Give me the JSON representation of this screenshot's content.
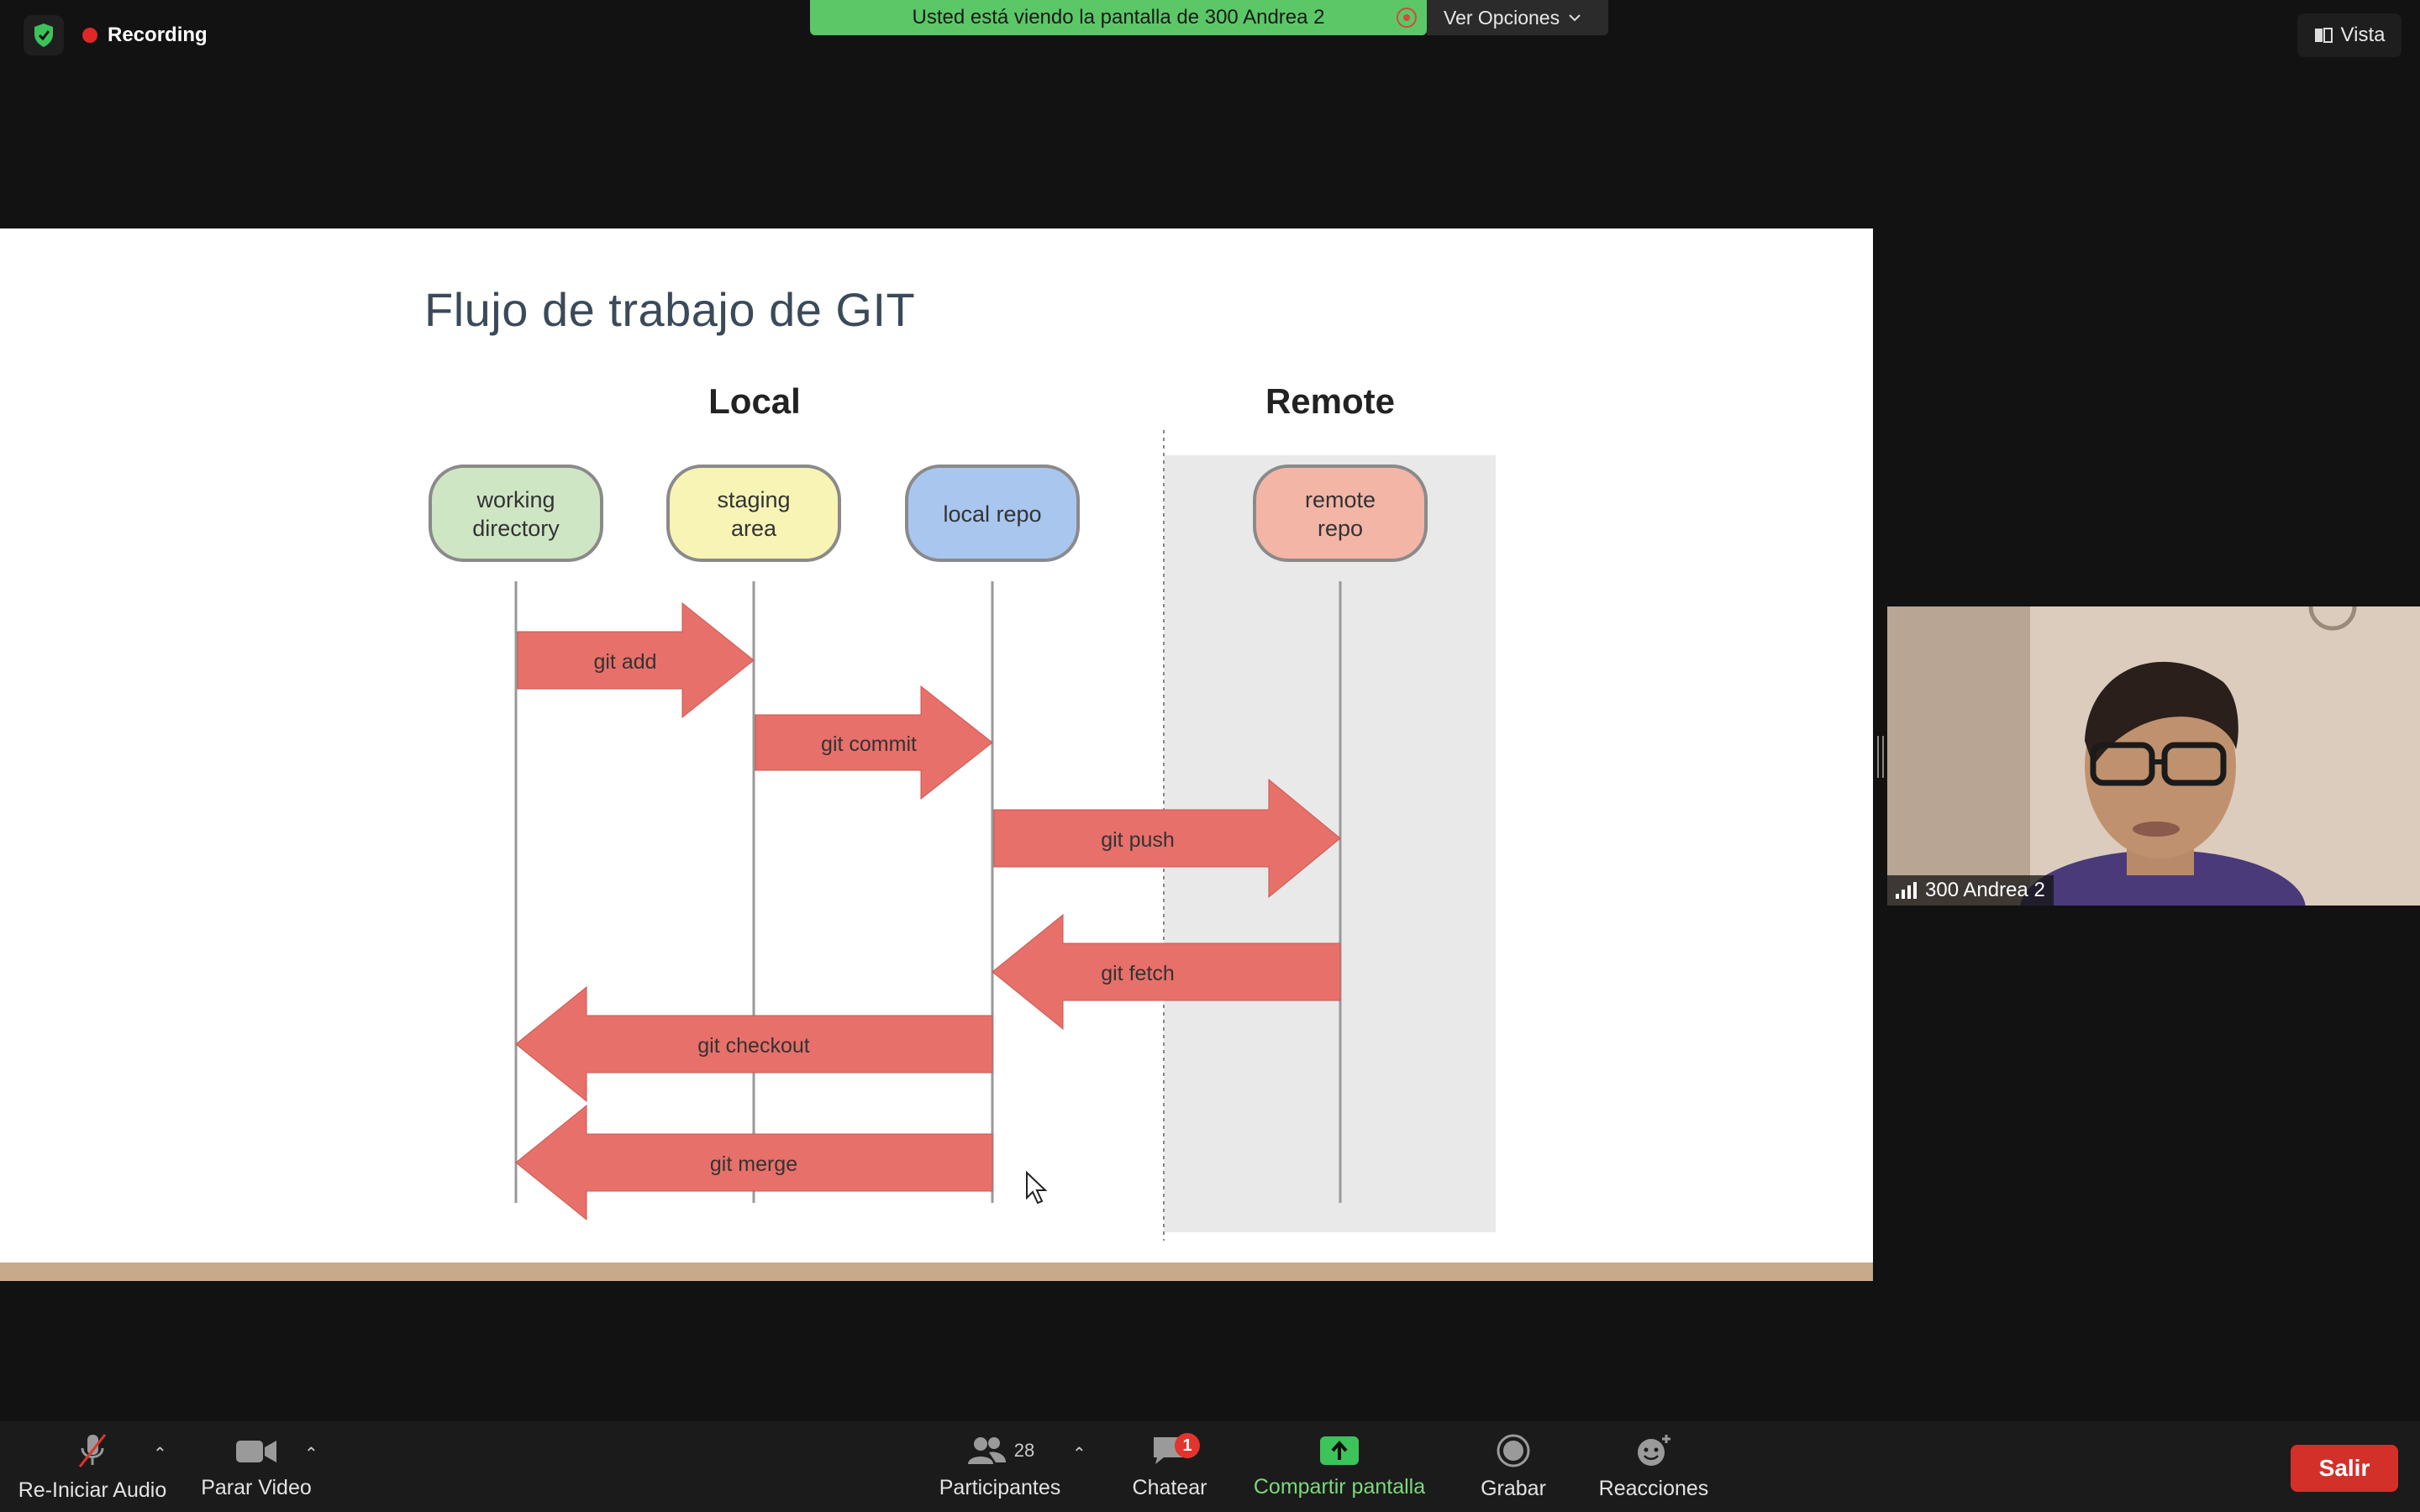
{
  "status": {
    "recording_label": "Recording",
    "share_banner": "Usted está viendo la pantalla de 300 Andrea 2",
    "view_options": "Ver Opciones",
    "vista": "Vista"
  },
  "slide": {
    "title": "Flujo de trabajo de GIT",
    "local_header": "Local",
    "remote_header": "Remote",
    "nodes": [
      {
        "label_line1": "working",
        "label_line2": "directory",
        "color": "#cfe6c5"
      },
      {
        "label_line1": "staging",
        "label_line2": "area",
        "color": "#f7f4b6"
      },
      {
        "label_line1": "local repo",
        "label_line2": "",
        "color": "#a9c6ef"
      },
      {
        "label_line1": "remote",
        "label_line2": "repo",
        "color": "#f3b5a6"
      }
    ],
    "arrows": {
      "git_add": "git add",
      "git_commit": "git commit",
      "git_push": "git push",
      "git_fetch": "git fetch",
      "git_checkout": "git checkout",
      "git_merge": "git merge"
    },
    "arrow_color": "#e8706a"
  },
  "video": {
    "participant_name": "300 Andrea 2"
  },
  "toolbar": {
    "audio_label": "Re-Iniciar Audio",
    "video_label": "Parar Video",
    "participants_label": "Participantes",
    "participants_count": "28",
    "chat_label": "Chatear",
    "chat_badge": "1",
    "share_label": "Compartir pantalla",
    "record_label": "Grabar",
    "reactions_label": "Reacciones",
    "leave_label": "Salir"
  }
}
